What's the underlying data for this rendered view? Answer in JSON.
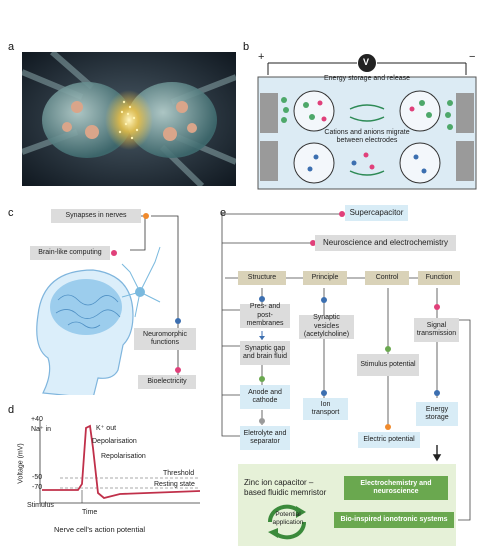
{
  "panels": {
    "a": "a",
    "b": "b",
    "c": "c",
    "d": "d",
    "e": "e"
  },
  "panel_b": {
    "energy_label": "Energy storage and release",
    "migrate_label_1": "Cations and anions migrate",
    "migrate_label_2": "between electrodes",
    "voltmeter": "V",
    "plus": "+",
    "minus": "−"
  },
  "panel_c": {
    "synapses": "Synapses in nerves",
    "brain_like": "Brain-like computing",
    "neuromorphic_1": "Neuromorphic",
    "neuromorphic_2": "functions",
    "bioelectricity": "Bioelectricity"
  },
  "panel_d": {
    "plus40": "+40",
    "voltage_axis": "Voltage (mV)",
    "na_in": "Na⁺ in",
    "k_out": "K⁺ out",
    "depolarisation": "Depolarisation",
    "repolarisation": "Repolarisation",
    "threshold": "Threshold",
    "resting": "Resting state",
    "minus50": "-50",
    "minus70": "-70",
    "stimulus": "Stimulus",
    "time": "Time",
    "caption": "Nerve cell's action potential"
  },
  "panel_e": {
    "supercapacitor": "Supercapacitor",
    "neuroscience": "Neuroscience and electrochemistry",
    "headers": [
      "Structure",
      "Principle",
      "Control",
      "Function"
    ],
    "pres_post": "Pres- and post-membranes",
    "synaptic_gap": "Synaptic gap and brain fluid",
    "anode_cathode": "Anode and cathode",
    "electrolyte": "Eletrolyte and separator",
    "vesicles": "Synaptic vesicles (acetylcholine)",
    "ion_transport": "Ion transport",
    "stimulus_potential": "Stimulus potential",
    "electric_potential": "Electric potential",
    "signal_transmission": "Signal transmission",
    "energy_storage": "Energy storage",
    "zinc_1": "Zinc ion capacitor –",
    "zinc_2": "based fluidic memristor",
    "electrochem_neuro": "Electrochemistry and neuroscience",
    "potential_app": "Potential application",
    "bio_inspired": "Bio-inspired ionotronic systems"
  },
  "colors": {
    "tan": "#d9d2b8",
    "grey": "#dcdcdc",
    "lightblue": "#d8ecf6",
    "green_bg": "#e6f1d8",
    "dark_green": "#6aa84f",
    "pink_dot": "#e0407a",
    "blue_dot": "#3c6fb0",
    "orange_dot": "#f08a2c",
    "grey_dot": "#9a9a9a",
    "red_curve": "#c0304a"
  }
}
